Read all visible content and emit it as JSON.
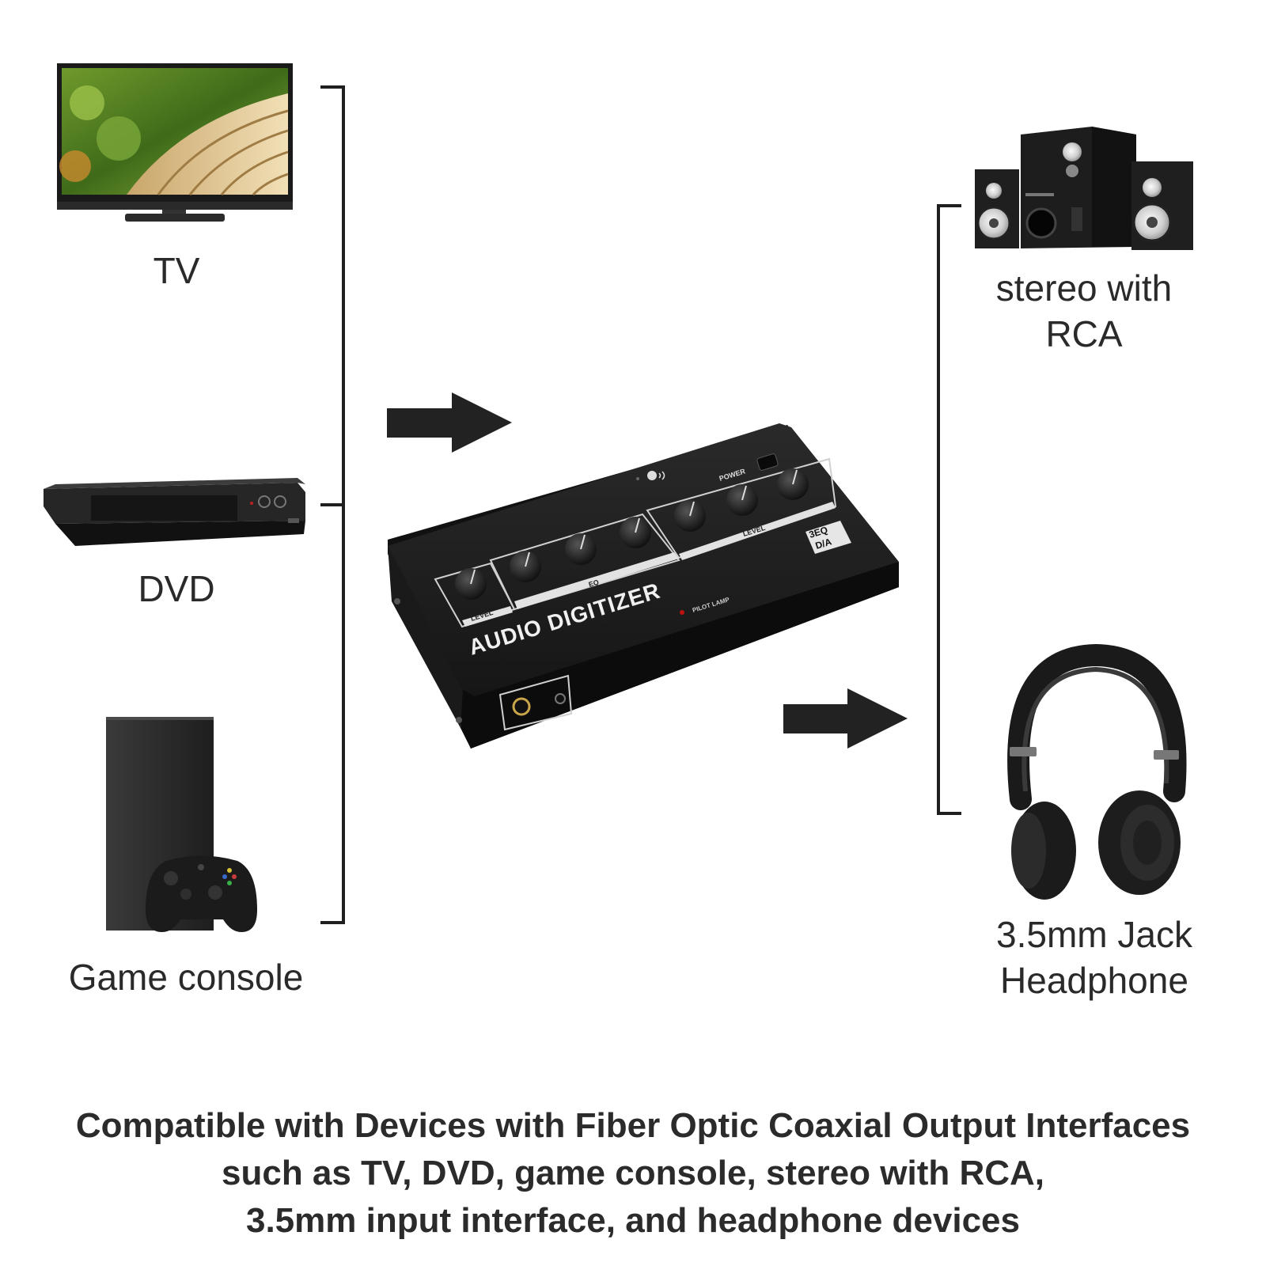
{
  "sources": [
    {
      "label": "TV",
      "icon": "tv-icon"
    },
    {
      "label": "DVD",
      "icon": "dvd-player-icon"
    },
    {
      "label": "Game console",
      "icon": "game-console-icon"
    }
  ],
  "outputs": [
    {
      "label_line1": "stereo with",
      "label_line2": "RCA",
      "icon": "stereo-speakers-icon"
    },
    {
      "label_line1": "3.5mm Jack",
      "label_line2": "Headphone",
      "icon": "headphones-icon"
    }
  ],
  "device": {
    "name": "AUDIO DIGITIZER",
    "badge_top": "3EQ",
    "badge_bottom": "D/A",
    "power_label": "POWER",
    "pilot_lamp_label": "PILOT LAMP",
    "eq_label": "EQ",
    "level_label_left": "LEVEL",
    "level_label_right": "LEVEL"
  },
  "caption": {
    "line1": "Compatible with Devices with Fiber Optic Coaxial Output Interfaces",
    "line2": "such as TV, DVD, game console, stereo with RCA,",
    "line3": "3.5mm input interface, and headphone devices"
  },
  "colors": {
    "arrow": "#222222",
    "device_body": "#1c1c1c",
    "text": "#2b2b2b"
  }
}
